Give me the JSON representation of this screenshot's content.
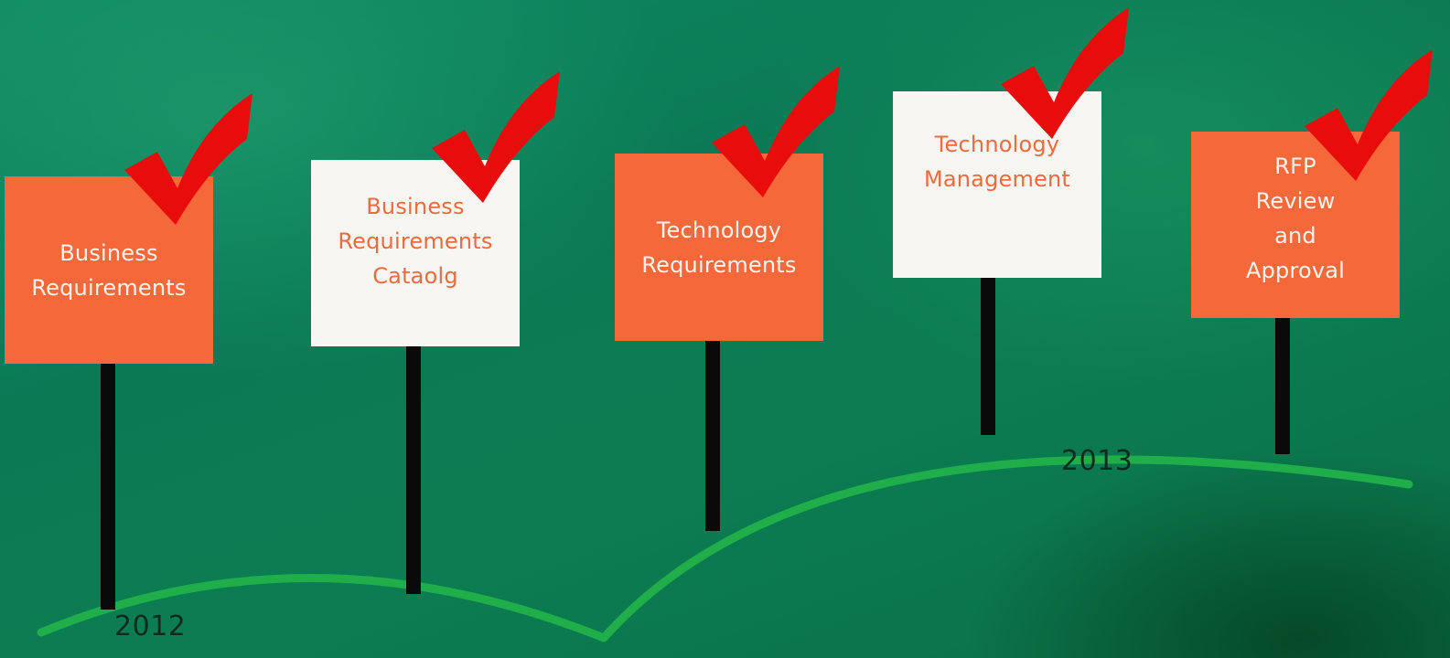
{
  "milestones": [
    {
      "label": "Business\nRequirements",
      "style": "orange"
    },
    {
      "label": "Business\nRequirements\nCataolg",
      "style": "white"
    },
    {
      "label": "Technology\nRequirements",
      "style": "orange"
    },
    {
      "label": "Technology\nManagement",
      "style": "white"
    },
    {
      "label": "RFP\nReview\nand\nApproval",
      "style": "orange"
    }
  ],
  "years": {
    "start": "2012",
    "end": "2013"
  },
  "colors": {
    "sign_orange": "#f4683a",
    "sign_white": "#f8f6f3",
    "checkmark": "#e80c0c",
    "ground_line": "#1fae4a",
    "post": "#0a0a0a"
  },
  "icons": {
    "checkmark": "checkmark-icon"
  }
}
